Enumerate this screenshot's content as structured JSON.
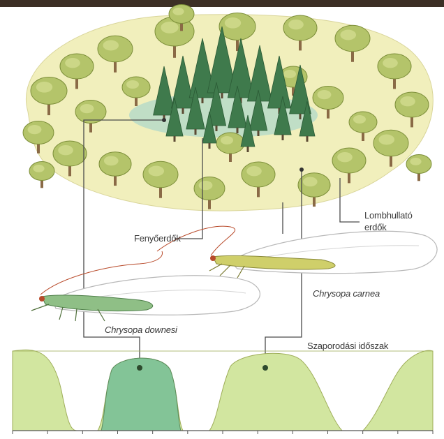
{
  "labels": {
    "conifers": "Fenyőerdők",
    "deciduous_line1": "Lombhullató",
    "deciduous_line2": "erdők",
    "species_carnea": "Chrysopa carnea",
    "species_downesi": "Chrysopa downesi",
    "breeding_period": "Szaporodási időszak"
  },
  "colors": {
    "ground": "#f1efbc",
    "deciduous_tree": "#b4c46a",
    "conifer_tree": "#3f7a4c",
    "conifer_meadow": "#b7dac8",
    "curve_light": "#d2e6a0",
    "curve_dark": "#83c497",
    "leader_line": "#4a4a4a"
  },
  "chart_data": {
    "type": "area",
    "x_ticks": 13,
    "note_series": [
      {
        "name": "Chrysopa downesi",
        "peaks": 1
      },
      {
        "name": "Chrysopa carnea",
        "peaks": 3
      }
    ]
  }
}
